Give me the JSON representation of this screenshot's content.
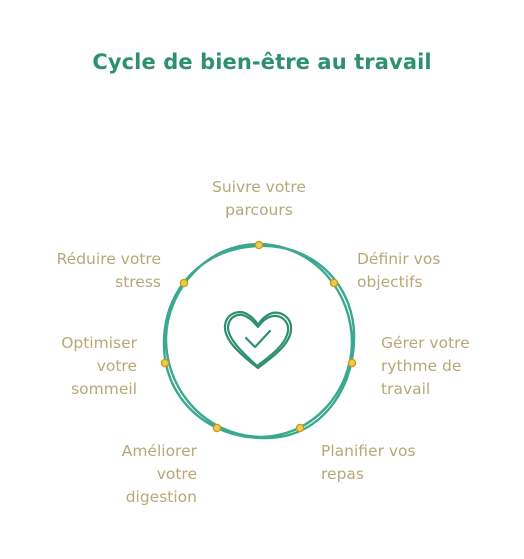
{
  "title": "Cycle de bien-être au travail",
  "colors": {
    "title": "#2f8f73",
    "ring": "#3aa98f",
    "node_fill": "#f2c94c",
    "node_stroke": "#c99a1a",
    "label": "#b8a878",
    "heart": "#2f8f73"
  },
  "center_icon": "heart-check-icon",
  "steps": [
    {
      "lines": [
        "Suivre votre",
        "parcours"
      ]
    },
    {
      "lines": [
        "Définir vos",
        "objectifs"
      ]
    },
    {
      "lines": [
        "Gérer votre",
        "rythme de",
        "travail"
      ]
    },
    {
      "lines": [
        "Planifier vos",
        "repas"
      ]
    },
    {
      "lines": [
        "Améliorer",
        "votre",
        "digestion"
      ]
    },
    {
      "lines": [
        "Optimiser",
        "votre",
        "sommeil"
      ]
    },
    {
      "lines": [
        "Réduire votre",
        "stress"
      ]
    }
  ]
}
